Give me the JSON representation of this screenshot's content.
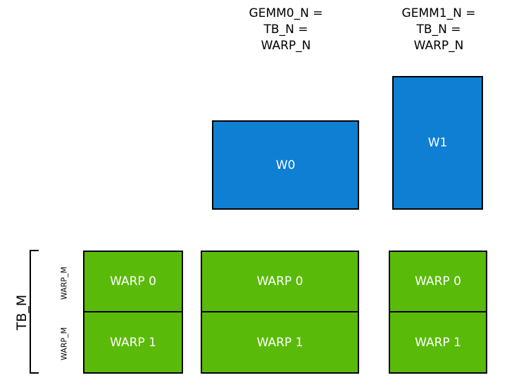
{
  "diagram": {
    "title_gemm0": "GEMM0_N =\nTB_N =\nWARP_N",
    "title_gemm1": "GEMM1_N =\nTB_N =\nWARP_N",
    "warp_boxes": [
      {
        "label": "W0"
      },
      {
        "label": "W1"
      }
    ],
    "columns": [
      {
        "cells": [
          {
            "label": "WARP 0"
          },
          {
            "label": "WARP 1"
          }
        ]
      },
      {
        "cells": [
          {
            "label": "WARP 0"
          },
          {
            "label": "WARP 1"
          }
        ]
      },
      {
        "cells": [
          {
            "label": "WARP 0"
          },
          {
            "label": "WARP 1"
          }
        ]
      }
    ],
    "axis_labels": {
      "tb_m": "TB_M",
      "warp_m_top": "WARP_M",
      "warp_m_bottom": "WARP_M"
    },
    "colors": {
      "blue": "#0f7fd4",
      "green": "#5aba0a",
      "outline": "#000000",
      "text_on_fill": "#ffffff",
      "background": "#ffffff"
    }
  }
}
